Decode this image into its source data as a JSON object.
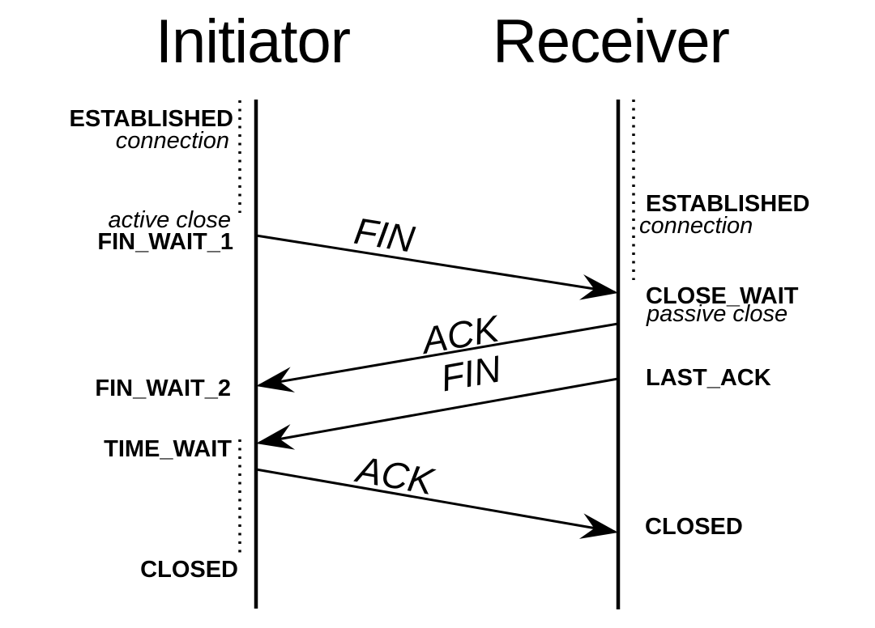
{
  "diagram": {
    "initiator": {
      "title": "Initiator",
      "established": "ESTABLISHED",
      "connection": "connection",
      "active_close": "active close",
      "fin_wait_1": "FIN_WAIT_1",
      "fin_wait_2": "FIN_WAIT_2",
      "time_wait": "TIME_WAIT",
      "closed": "CLOSED"
    },
    "receiver": {
      "title": "Receiver",
      "established": "ESTABLISHED",
      "connection": "connection",
      "close_wait": "CLOSE_WAIT",
      "passive_close": "passive close",
      "last_ack": "LAST_ACK",
      "closed": "CLOSED"
    },
    "messages": {
      "fin_1": "FIN",
      "ack_1": "ACK",
      "fin_2": "FIN",
      "ack_2": "ACK"
    },
    "colors": {
      "ink": "#000000",
      "background": "#ffffff"
    }
  }
}
